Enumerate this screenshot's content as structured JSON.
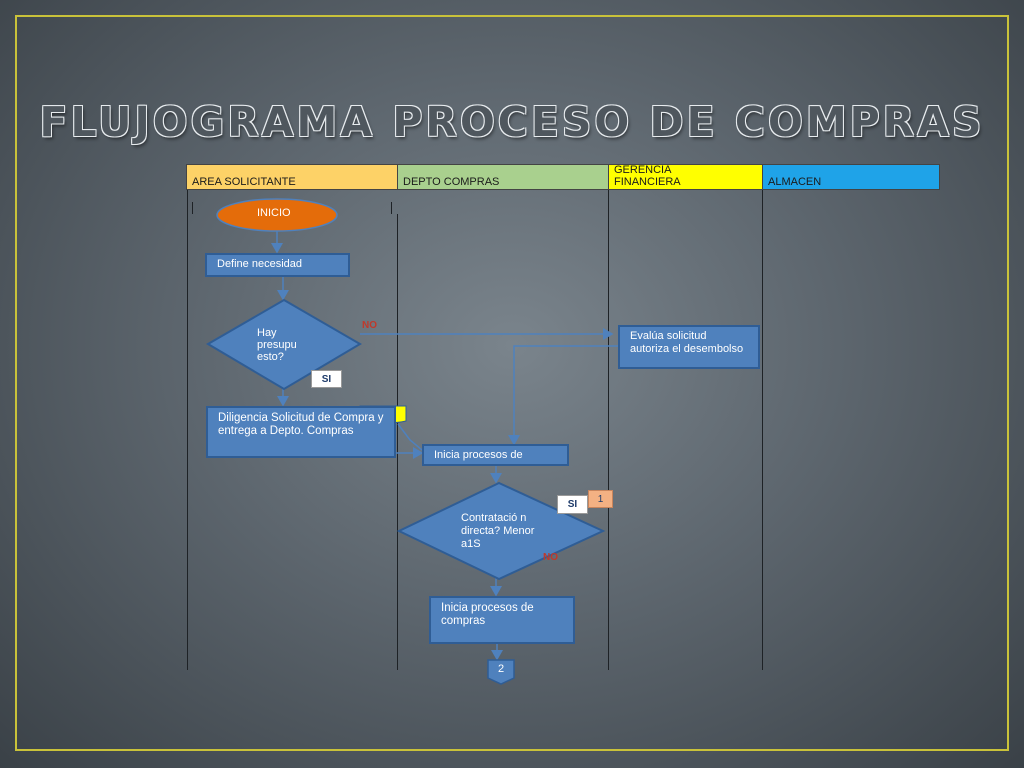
{
  "title": "FLUJOGRAMA PROCESO DE COMPRAS",
  "lanes": [
    {
      "label": "AREA SOLICITANTE",
      "color": "#fdd267"
    },
    {
      "label": "DEPTO COMPRAS",
      "color": "#a9d08e"
    },
    {
      "label": "GERENCIA FINANCIERA",
      "color": "#ffff00"
    },
    {
      "label": "ALMACEN",
      "color": "#1fa3e8"
    }
  ],
  "nodes": {
    "start": "INICIO",
    "define_need": "Define necesidad",
    "budget_decision": "Hay presupu esto?",
    "fill_request": "Diligencia Solicitud de Compra y entrega a Depto. Compras",
    "evaluate_request": "Evalúa solicitud autoriza el desembolso",
    "start_process_partial": "Inicia procesos de",
    "direct_contract_decision": "Contratació n directa? Menor a1S",
    "start_purchase_process": "Inicia procesos de compras",
    "connector_2": "2"
  },
  "labels": {
    "no_1": "NO",
    "si_1": "SI",
    "si_2": "SI",
    "no_2": "NO",
    "connector_1": "1"
  },
  "colors": {
    "process_fill": "#4f81bd",
    "start_fill": "#e46c0a",
    "no_label": "#c0392b",
    "connector_1_fill": "#f4b183",
    "highlight": "#ffff00"
  }
}
